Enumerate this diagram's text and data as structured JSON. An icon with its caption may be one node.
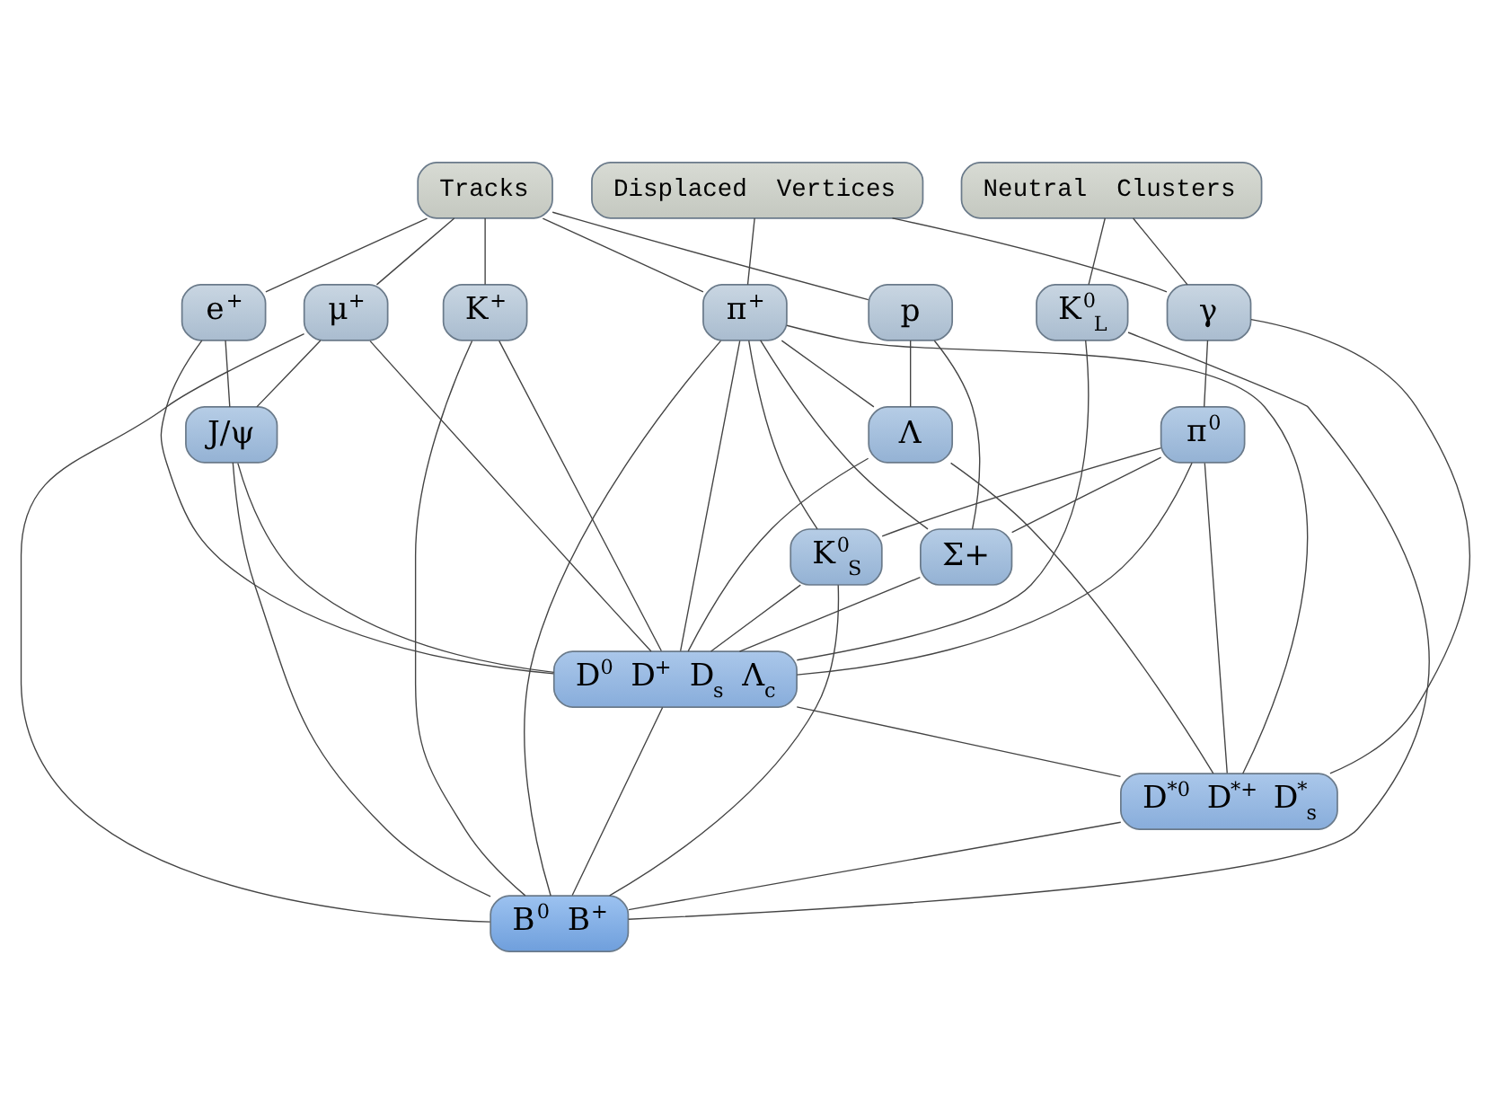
{
  "diagram": {
    "nodes": [
      {
        "text": [
          "Tracks"
        ]
      },
      {
        "text": [
          "Displaced Vertices"
        ]
      },
      {
        "text": [
          "Neutral Clusters"
        ]
      },
      {
        "text": [
          "e$^{+}$"
        ]
      },
      {
        "text": [
          "μ$^{+}$"
        ]
      },
      {
        "text": [
          "K$^{+}$"
        ]
      },
      {
        "text": [
          "π$^{+}$"
        ]
      },
      {
        "text": [
          "p"
        ]
      },
      {
        "text": [
          "K$^{0}$$_{L}$"
        ]
      },
      {
        "text": [
          "γ"
        ]
      },
      {
        "text": [
          "J/ψ"
        ]
      },
      {
        "text": [
          "Λ"
        ]
      },
      {
        "text": [
          "π$^{0}$"
        ]
      },
      {
        "text": [
          "K$^{0}$$_{S}$"
        ]
      },
      {
        "text": [
          "Σ+"
        ]
      },
      {
        "text": [
          "D$^{0}$ D$^{+}$ D$_{s}$ Λ$_{c}$"
        ]
      },
      {
        "text": [
          "D$^{*0}$ D$^{*+}$ D$^{*}$$_{s}$"
        ]
      },
      {
        "text": [
          "B$^{0}$ B$^{+}$"
        ]
      }
    ],
    "edges": [
      {
        "from": 0,
        "to": 3,
        "arrow": "none"
      },
      {
        "from": 0,
        "to": 4,
        "arrow": "none"
      },
      {
        "from": 0,
        "to": 5,
        "arrow": "none"
      },
      {
        "from": 0,
        "to": 6,
        "arrow": "none"
      },
      {
        "from": 0,
        "to": 7,
        "arrow": "none"
      },
      {
        "from": 1,
        "to": 6,
        "arrow": "none"
      },
      {
        "from": 1,
        "to": 9,
        "arrow": "none"
      },
      {
        "from": 2,
        "to": 8,
        "arrow": "none"
      },
      {
        "from": 2,
        "to": 9,
        "arrow": "none"
      },
      {
        "from": 3,
        "to": 10,
        "arrow": "none"
      },
      {
        "from": 3,
        "to": 15,
        "arrow": "none"
      },
      {
        "from": 4,
        "to": 10,
        "arrow": "none"
      },
      {
        "from": 4,
        "to": 15,
        "arrow": "none"
      },
      {
        "from": 4,
        "to": 17,
        "arrow": "none"
      },
      {
        "from": 5,
        "to": 15,
        "arrow": "none"
      },
      {
        "from": 5,
        "to": 17,
        "arrow": "none"
      },
      {
        "from": 6,
        "to": 13,
        "arrow": "none"
      },
      {
        "from": 6,
        "to": 11,
        "arrow": "none"
      },
      {
        "from": 6,
        "to": 15,
        "arrow": "none"
      },
      {
        "from": 6,
        "to": 16,
        "arrow": "none"
      },
      {
        "from": 6,
        "to": 17,
        "arrow": "none"
      },
      {
        "from": 6,
        "to": 14,
        "arrow": "none"
      },
      {
        "from": 7,
        "to": 11,
        "arrow": "none"
      },
      {
        "from": 7,
        "to": 14,
        "arrow": "none"
      },
      {
        "from": 8,
        "to": 15,
        "arrow": "none"
      },
      {
        "from": 8,
        "to": 17,
        "arrow": "none"
      },
      {
        "from": 9,
        "to": 12,
        "arrow": "none"
      },
      {
        "from": 9,
        "to": 16,
        "arrow": "none"
      },
      {
        "from": 12,
        "to": 13,
        "arrow": "none"
      },
      {
        "from": 12,
        "to": 14,
        "arrow": "none"
      },
      {
        "from": 12,
        "to": 15,
        "arrow": "none"
      },
      {
        "from": 12,
        "to": 16,
        "arrow": "none"
      },
      {
        "from": 10,
        "to": 15,
        "arrow": "none"
      },
      {
        "from": 10,
        "to": 17,
        "arrow": "none"
      },
      {
        "from": 13,
        "to": 15,
        "arrow": "none"
      },
      {
        "from": 13,
        "to": 17,
        "arrow": "none"
      },
      {
        "from": 11,
        "to": 15,
        "arrow": "none"
      },
      {
        "from": 11,
        "to": 16,
        "arrow": "none"
      },
      {
        "from": 14,
        "to": 15,
        "arrow": "none"
      },
      {
        "from": 15,
        "to": 16,
        "arrow": "none"
      },
      {
        "from": 15,
        "to": 17,
        "arrow": "none"
      },
      {
        "from": 16,
        "to": 17,
        "arrow": "none"
      }
    ]
  }
}
